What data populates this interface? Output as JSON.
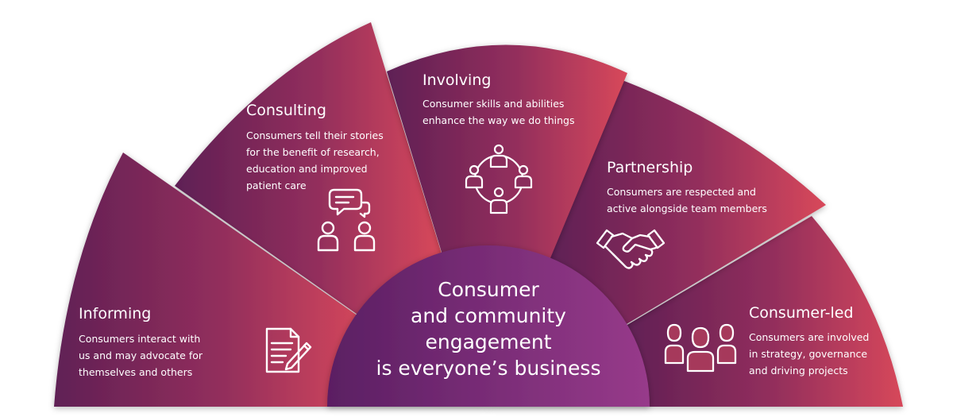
{
  "colors": {
    "grad_start": "#5e1f55",
    "grad_mid": "#942f5c",
    "grad_end": "#d8485a",
    "center_start": "#5b1f63",
    "center_end": "#973a8a",
    "text": "#ffffff"
  },
  "center": {
    "text": "Consumer\nand community\nengagement\nis everyone’s business"
  },
  "segments": [
    {
      "id": "informing",
      "title": "Informing",
      "description": "Consumers interact with\nus and may advocate for\nthemselves and others",
      "icon": "document-pen-icon"
    },
    {
      "id": "consulting",
      "title": "Consulting",
      "description": "Consumers tell their stories\nfor the benefit of research,\neducation and improved\npatient care",
      "icon": "people-chat-icon"
    },
    {
      "id": "involving",
      "title": "Involving",
      "description": "Consumer skills and abilities\nenhance the way we do things",
      "icon": "people-network-icon"
    },
    {
      "id": "partnership",
      "title": "Partnership",
      "description": "Consumers are respected and\nactive alongside team members",
      "icon": "handshake-icon"
    },
    {
      "id": "consumer-led",
      "title": "Consumer-led",
      "description": "Consumers are involved\nin strategy, governance\nand driving projects",
      "icon": "group-icon"
    }
  ]
}
